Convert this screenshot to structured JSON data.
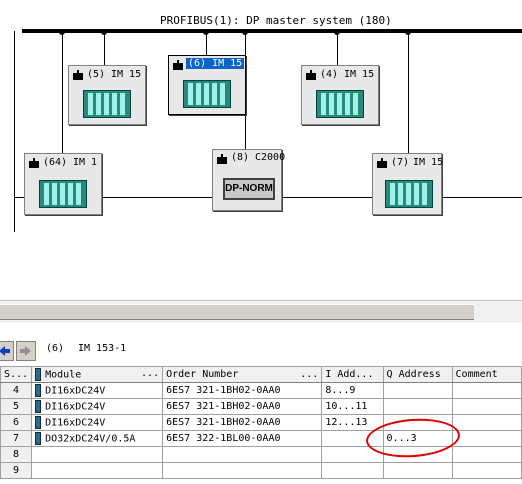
{
  "network": {
    "title": "PROFIBUS(1): DP master system (180)",
    "nodes": [
      {
        "addr": "(5)",
        "name": "IM 15"
      },
      {
        "addr": "(6)",
        "name": "IM 15"
      },
      {
        "addr": "(4)",
        "name": "IM 15"
      },
      {
        "addr": "(64)",
        "name": "IM 1"
      },
      {
        "addr": "(8)",
        "name": "C2000"
      },
      {
        "addr": "(7)",
        "name": "IM 15"
      }
    ],
    "dp_norm_label": "DP-NORM"
  },
  "detail": {
    "station_addr": "(6)",
    "station_name": "IM 153-1"
  },
  "table": {
    "headers": {
      "slot": "S...",
      "module": "Module",
      "module_more": "...",
      "order": "Order Number",
      "order_more": "...",
      "i_addr": "I Add...",
      "q_addr": "Q Address",
      "comment": "Comment"
    },
    "rows": [
      {
        "slot": "4",
        "module": "DI16xDC24V",
        "order": "6ES7 321-1BH02-0AA0",
        "i_addr": "8...9",
        "q_addr": "",
        "comment": ""
      },
      {
        "slot": "5",
        "module": "DI16xDC24V",
        "order": "6ES7 321-1BH02-0AA0",
        "i_addr": "10...11",
        "q_addr": "",
        "comment": ""
      },
      {
        "slot": "6",
        "module": "DI16xDC24V",
        "order": "6ES7 321-1BH02-0AA0",
        "i_addr": "12...13",
        "q_addr": "",
        "comment": ""
      },
      {
        "slot": "7",
        "module": "DO32xDC24V/0.5A",
        "order": "6ES7 322-1BL00-0AA0",
        "i_addr": "",
        "q_addr": "0...3",
        "comment": ""
      },
      {
        "slot": "8",
        "module": "",
        "order": "",
        "i_addr": "",
        "q_addr": "",
        "comment": ""
      },
      {
        "slot": "9",
        "module": "",
        "order": "",
        "i_addr": "",
        "q_addr": "",
        "comment": ""
      }
    ]
  },
  "colors": {
    "selection": "#0a64c8",
    "annotation": "#e00000",
    "rack": "#2a8a7a"
  }
}
